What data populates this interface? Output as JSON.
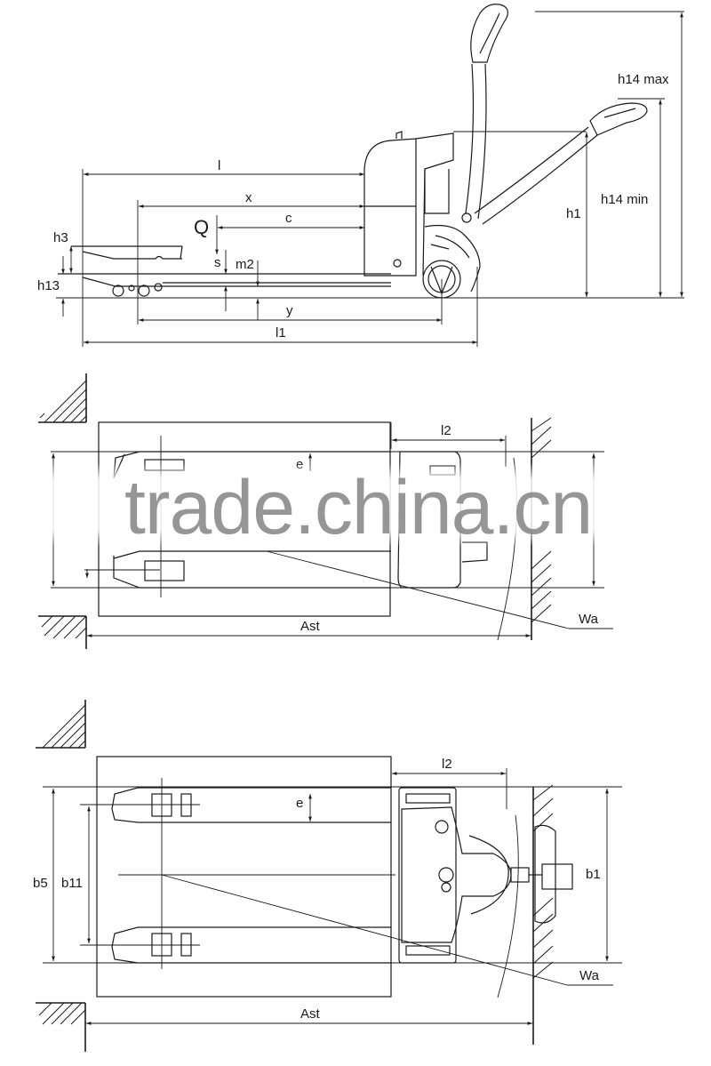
{
  "diagram": {
    "subject": "Electric pallet truck dimension drawing",
    "views": [
      "side-view",
      "top-view-tiller-up",
      "top-view-tiller-down"
    ]
  },
  "side_view": {
    "labels": {
      "l": "l",
      "x": "x",
      "c": "c",
      "Q": "Q",
      "s": "s",
      "m2": "m2",
      "h3": "h3",
      "h13": "h13",
      "y": "y",
      "l1": "l1",
      "h1": "h1",
      "h14_min": "h14 min",
      "h14_max": "h14 max"
    }
  },
  "top_view_1": {
    "labels": {
      "l2": "l2",
      "e": "e",
      "Ast": "Ast",
      "Wa": "Wa"
    }
  },
  "top_view_2": {
    "labels": {
      "l2": "l2",
      "e": "e",
      "b5": "b5",
      "b11": "b11",
      "b1": "b1",
      "Ast": "Ast",
      "Wa": "Wa"
    }
  },
  "watermark": {
    "text": "trade.china.cn"
  },
  "colors": {
    "line": "#1a1a1a",
    "background": "#ffffff",
    "watermark": "#787878"
  }
}
